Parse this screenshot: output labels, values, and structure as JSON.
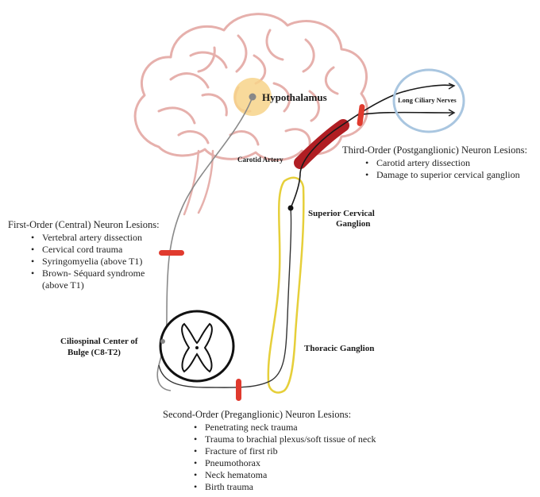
{
  "labels": {
    "hypothalamus": "Hypothalamus",
    "long_ciliary_nerves": "Long Ciliary Nerves",
    "carotid_artery": "Carotid Artery",
    "superior_cervical_ganglion_line1": "Superior Cervical",
    "superior_cervical_ganglion_line2": "Ganglion",
    "ciliospinal_line1": "Ciliospinal Center of",
    "ciliospinal_line2": "Bulge (C8-T2)",
    "thoracic_ganglion": "Thoracic Ganglion"
  },
  "first_order": {
    "heading": "First-Order (Central) Neuron Lesions:",
    "items": [
      "Vertebral artery dissection",
      "Cervical cord trauma",
      "Syringomyelia (above T1)",
      "Brown- Séquard syndrome",
      "(above T1)"
    ]
  },
  "second_order": {
    "heading": "Second-Order (Preganglionic) Neuron Lesions:",
    "items": [
      "Penetrating neck trauma",
      "Trauma to brachial plexus/soft tissue of neck",
      "Fracture of first rib",
      "Pneumothorax",
      "Neck hematoma",
      "Birth trauma"
    ]
  },
  "third_order": {
    "heading": "Third-Order (Postganglionic) Neuron Lesions:",
    "items": [
      "Carotid artery dissection",
      "Damage to superior cervical ganglion"
    ]
  },
  "colors": {
    "brain": "#e6b0ac",
    "hypothalamus_glow": "#f7d48a",
    "artery": "#b01e23",
    "lesion_mark": "#e03a2e",
    "ganglion_chain": "#e6cf3a",
    "eye": "#a9c6e0",
    "nerve": "#1a1a1a",
    "first_order_path": "#8a8a8a"
  },
  "icons": [
    "brain-icon",
    "spinal-cord-icon",
    "eye-icon"
  ]
}
